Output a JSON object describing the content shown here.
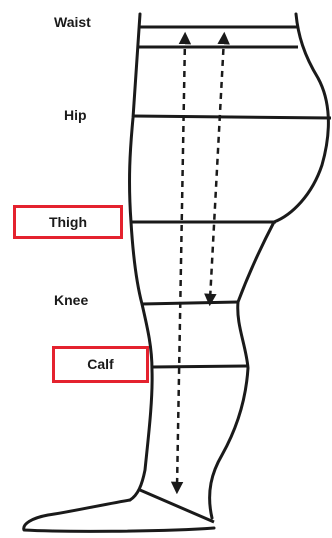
{
  "labels": {
    "waist": "Waist",
    "hip": "Hip",
    "thigh": "Thigh",
    "knee": "Knee",
    "calf": "Calf"
  },
  "highlighted": [
    "thigh",
    "calf"
  ],
  "colors": {
    "highlight_box": "#e4222e",
    "outline": "#1a1a1a"
  }
}
